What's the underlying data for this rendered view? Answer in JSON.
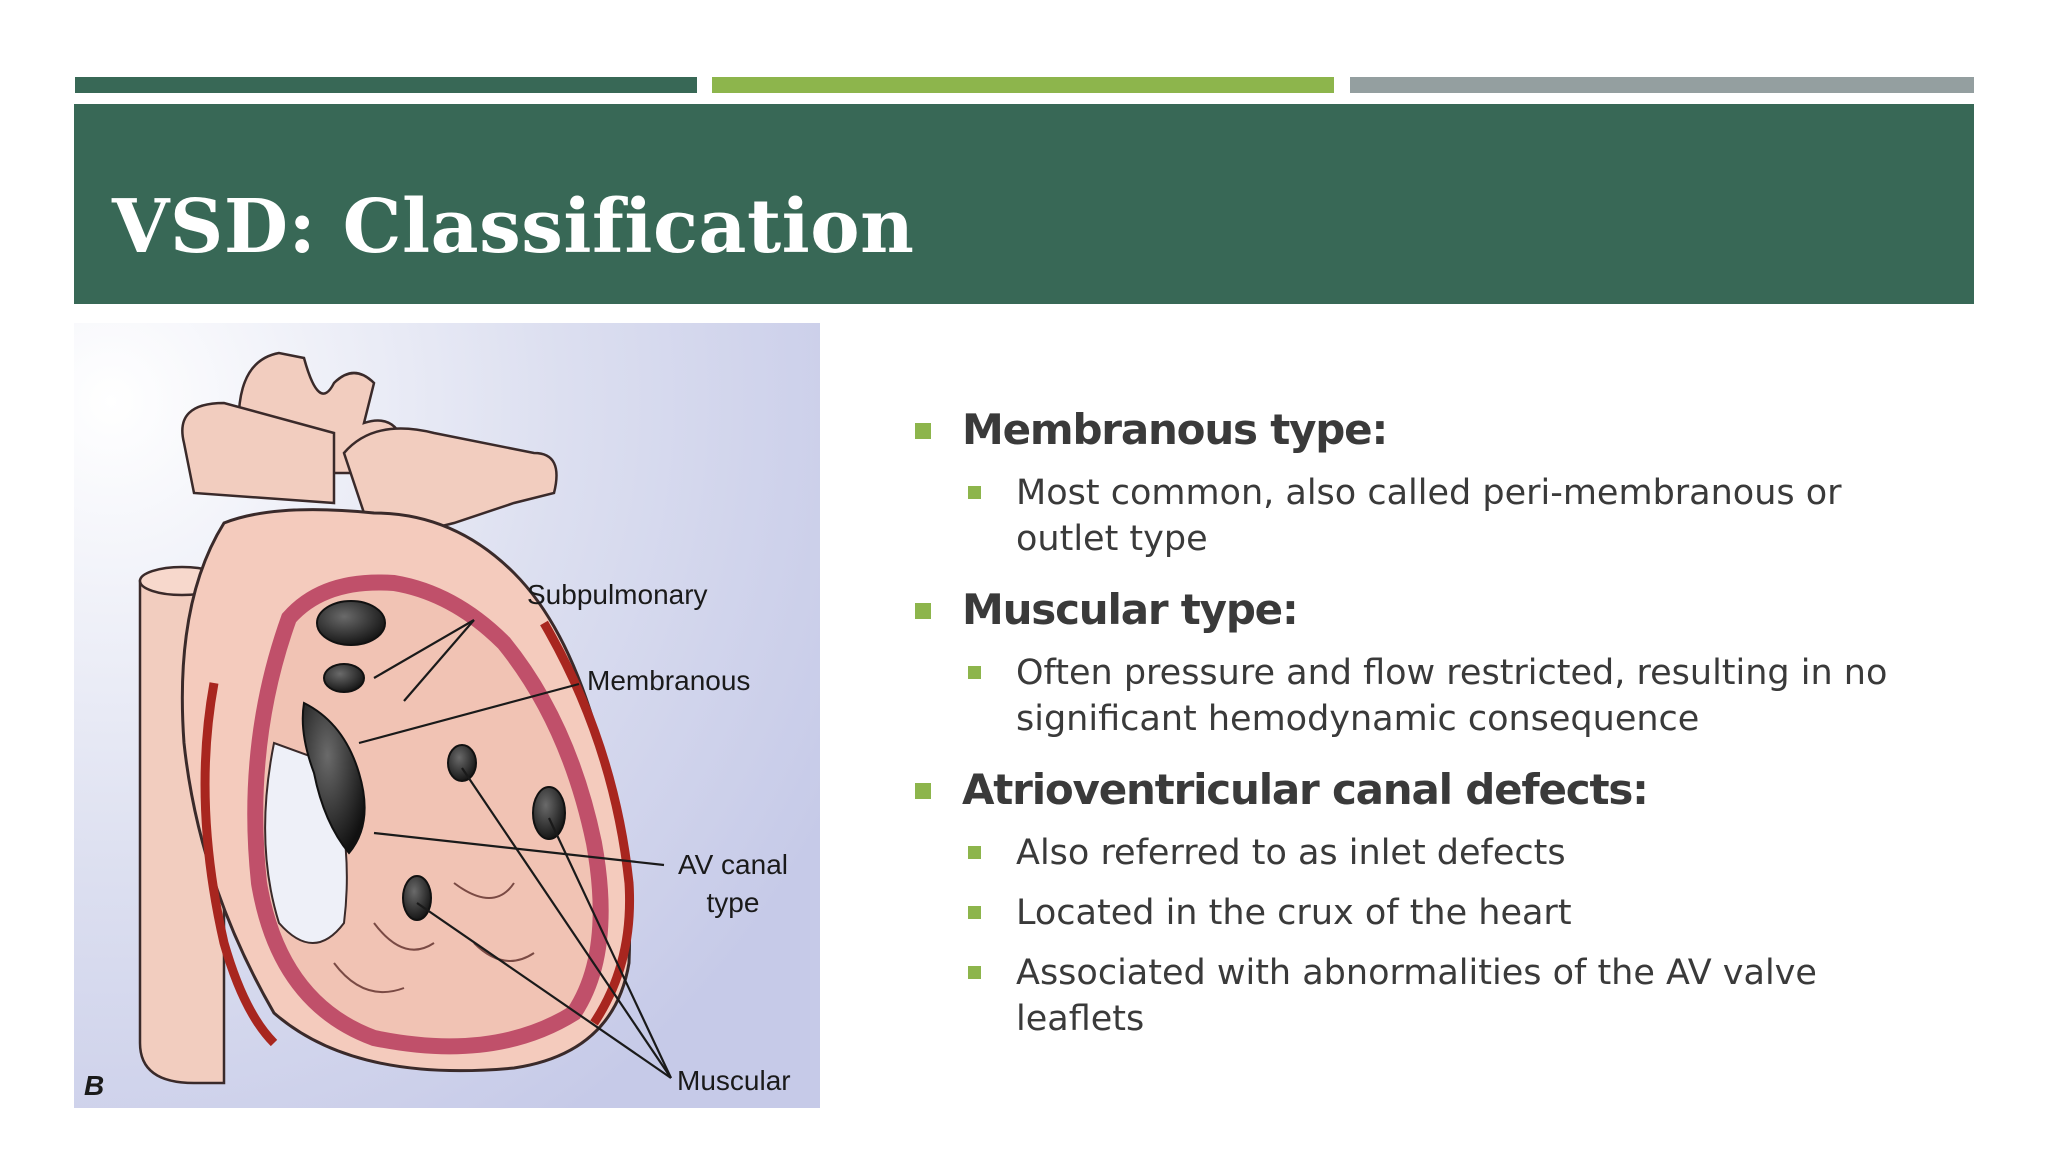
{
  "slide": {
    "title": "VSD: Classification",
    "accent_colors": {
      "dark_green": "#386856",
      "light_green": "#8db54c",
      "gray": "#949fa0"
    }
  },
  "figure": {
    "labels": {
      "subpulmonary": "Subpulmonary",
      "membranous": "Membranous",
      "av_canal_line1": "AV canal",
      "av_canal_line2": "type",
      "muscular": "Muscular",
      "panel_letter": "B"
    }
  },
  "bullets": [
    {
      "heading": "Membranous type:",
      "items": [
        "Most common, also called peri-membranous or outlet type"
      ]
    },
    {
      "heading": "Muscular type:",
      "items": [
        "Often pressure and flow restricted, resulting in no significant hemodynamic consequence"
      ]
    },
    {
      "heading": "Atrioventricular canal defects:",
      "items": [
        "Also referred to as inlet defects",
        "Located in the crux of the heart",
        "Associated with abnormalities of the AV valve leaflets"
      ]
    }
  ]
}
